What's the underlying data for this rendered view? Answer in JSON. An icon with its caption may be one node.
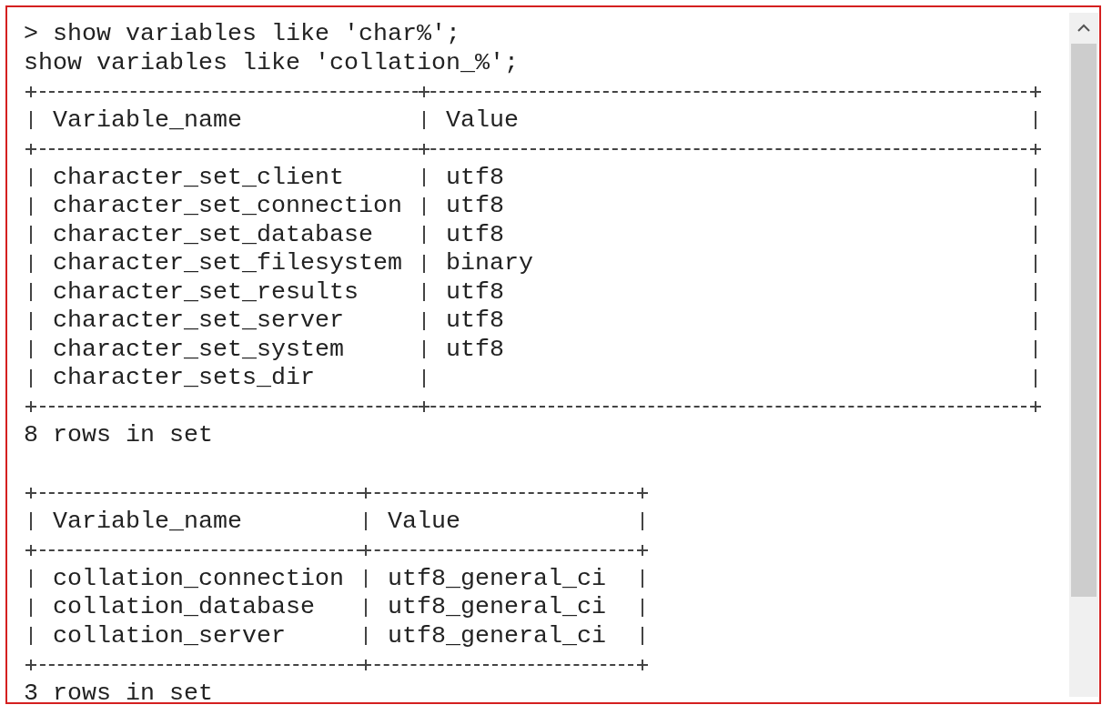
{
  "diagram": {
    "labels": [
      "> show variables like 'char%';",
      "show variables like 'collation_%';",
      "Variable_name",
      "Value",
      "character_set_client",
      "utf8",
      "character_set_connection",
      "utf8",
      "character_set_database",
      "utf8",
      "character_set_filesystem",
      "binary",
      "character_set_results",
      "utf8",
      "character_set_server",
      "utf8",
      "character_set_system",
      "utf8",
      "character_sets_dir",
      "8 rows in set",
      "Variable_name",
      "Value",
      "collation_connection",
      "utf8_general_ci",
      "collation_database",
      "utf8_general_ci",
      "collation_server",
      "utf8_general_ci",
      "3 rows in set"
    ]
  }
}
